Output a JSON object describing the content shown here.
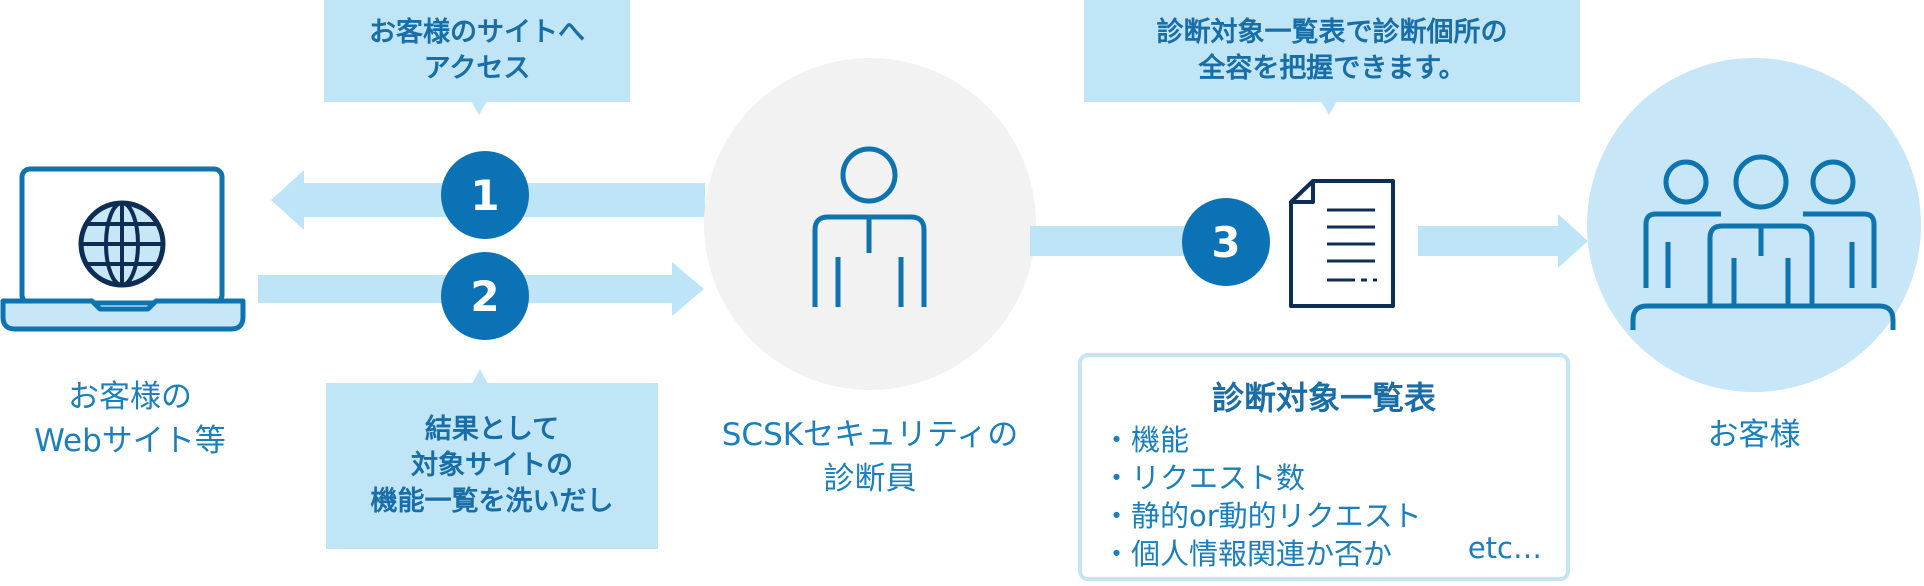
{
  "callouts": {
    "access": [
      "お客様のサイトへ",
      "アクセス"
    ],
    "results": [
      "結果として",
      "対象サイトの",
      "機能一覧を洗いだし"
    ],
    "overview": [
      "診断対象一覧表で診断個所の",
      "全容を把握できます。"
    ]
  },
  "steps": [
    "1",
    "2",
    "3"
  ],
  "captions": {
    "website": [
      "お客様の",
      "Webサイト等"
    ],
    "staff": [
      "SCSKセキュリティの",
      "診断員"
    ],
    "customer": [
      "お客様"
    ]
  },
  "list_box": {
    "title": "診断対象一覧表",
    "items": [
      "・機能",
      "・リクエスト数",
      "・静的or動的リクエスト",
      "・個人情報関連か否か"
    ],
    "suffix": "etc…"
  },
  "colors": {
    "arrow": "#bde5f7",
    "step_circle": "#0b72b5",
    "icon_stroke": "#0e74b0",
    "grey_circle": "#f2f2f2",
    "customer_circle": "#c7e6f8",
    "callout_bg": "#bfe5f7"
  },
  "icons": [
    "laptop-globe-icon",
    "person-icon",
    "document-icon",
    "group-icon"
  ]
}
